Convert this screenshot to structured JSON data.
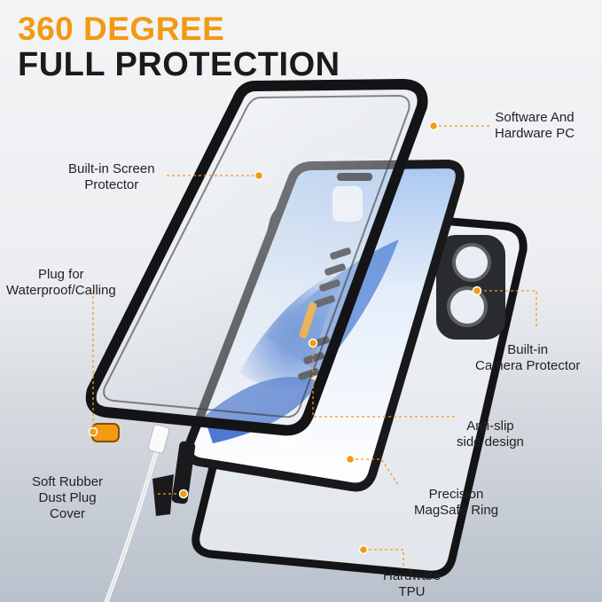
{
  "title": {
    "line1": "360 DEGREE",
    "line2": "FULL PROTECTION"
  },
  "callouts": [
    {
      "id": "software",
      "lines": [
        "Software And",
        "Hardware PC"
      ]
    },
    {
      "id": "screen",
      "lines": [
        "Built-in Screen",
        "Protector"
      ]
    },
    {
      "id": "plug",
      "lines": [
        "Plug for",
        "Waterproof/Calling"
      ]
    },
    {
      "id": "camera",
      "lines": [
        "Built-in",
        "Camera Protector"
      ]
    },
    {
      "id": "antislip",
      "lines": [
        "Anti-slip",
        "side design"
      ]
    },
    {
      "id": "rubber",
      "lines": [
        "Soft Rubber",
        "Dust Plug",
        "Cover"
      ]
    },
    {
      "id": "magsafe",
      "lines": [
        "Precision",
        "MagSafe Ring"
      ]
    },
    {
      "id": "tpu",
      "lines": [
        "Hardware",
        "TPU"
      ]
    }
  ],
  "colors": {
    "accent": "#f29a12",
    "frame": "#141416",
    "text": "#222222"
  }
}
